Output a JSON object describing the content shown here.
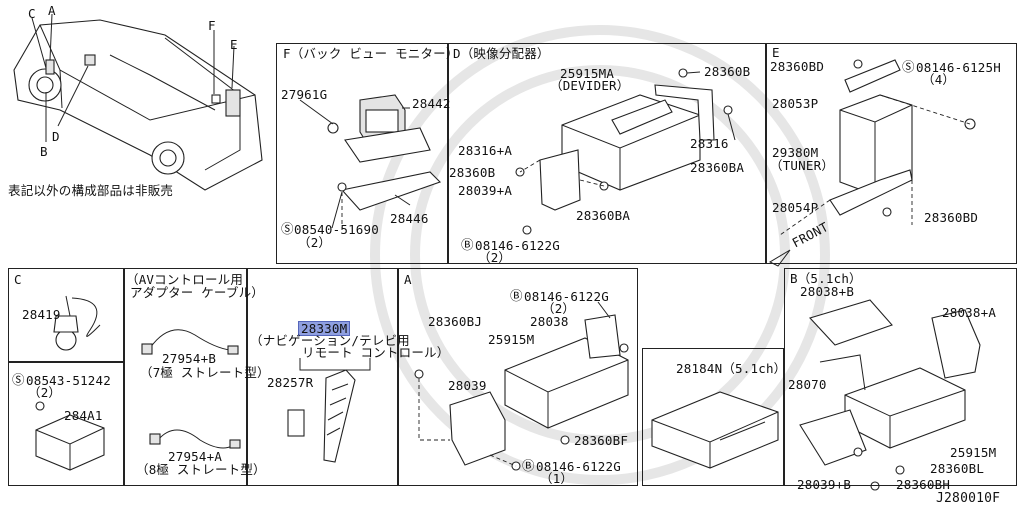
{
  "note_jp": "表記以外の構成部品は非販売",
  "diagram_code": "J280010F",
  "vehicle_callouts": [
    "A",
    "B",
    "C",
    "D",
    "E",
    "F"
  ],
  "sections": {
    "F": {
      "title": "F（バック ビュー モニター）",
      "parts": [
        "27961G",
        "28442",
        "28446"
      ],
      "screw": {
        "code": "08540-51690",
        "qty": "（2）"
      }
    },
    "D": {
      "title": "D（映像分配器）",
      "device_no": "25915MA",
      "device_name": "（DEVIDER）",
      "parts": [
        "28360B",
        "28316+A",
        "28360B",
        "28039+A",
        "28316",
        "28360BA",
        "28360BA"
      ],
      "bolt": {
        "code": "08146-6122G",
        "qty": "（2）"
      }
    },
    "E": {
      "title": "E",
      "parts": [
        "28360BD",
        "28053P",
        "28054P",
        "28360BD"
      ],
      "bolt": {
        "code": "08146-6125H",
        "qty": "（4）"
      },
      "tuner_no": "29380M",
      "tuner_name": "（TUNER）",
      "front": "FRONT"
    },
    "C": {
      "title": "C",
      "parts": [
        "28419"
      ]
    },
    "C2": {
      "screw": {
        "code": "08543-51242",
        "qty": "（2）"
      },
      "part": "284A1"
    },
    "AV": {
      "title_line1": "（AVコントロール用",
      "title_line2": "アダプター ケーブル）",
      "cable1": "27954+B",
      "cable1_note": "（7極 ストレート型）",
      "cable2": "27954+A",
      "cable2_note": "（8極 ストレート型）"
    },
    "REMOTE": {
      "part_no": "28330M",
      "note_line1": "（ナビゲーション/テレビ用",
      "note_line2": "リモート コントロール）",
      "label_part": "28257R"
    },
    "A": {
      "title": "A",
      "parts": [
        "28360BJ",
        "28038",
        "25915M",
        "28039",
        "28360BF"
      ],
      "bolt_top": {
        "code": "08146-6122G",
        "qty": "（2）"
      },
      "bolt_bottom": {
        "code": "08146-6122G",
        "qty": "（1）"
      }
    },
    "N": {
      "part": "28184N（5.1ch）"
    },
    "B": {
      "title": "B（5.1ch）",
      "parts": [
        "28038+B",
        "28038+A",
        "28070",
        "25915M",
        "28360BL",
        "28039+B",
        "28360BH"
      ]
    }
  }
}
